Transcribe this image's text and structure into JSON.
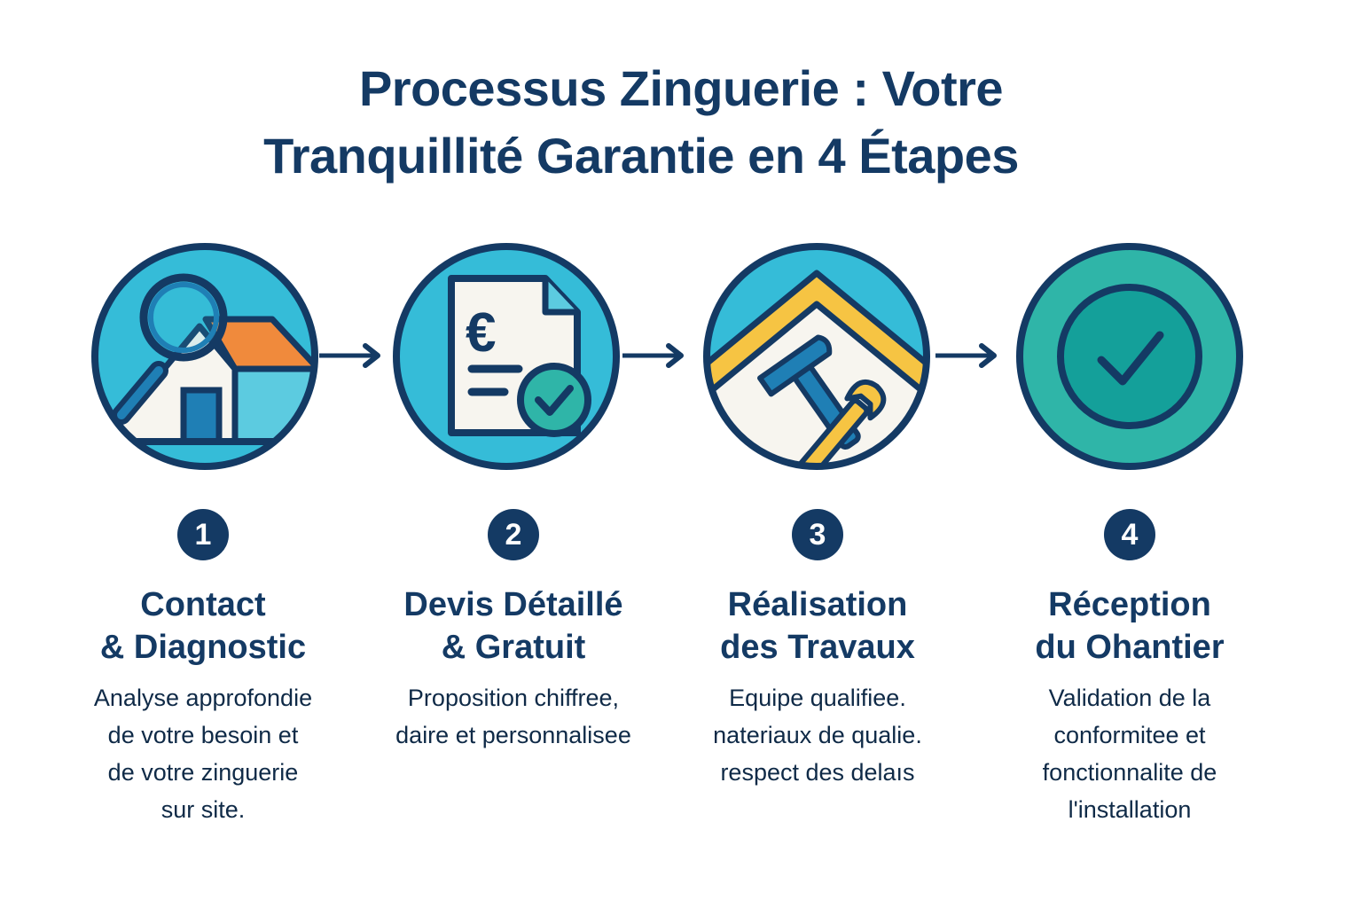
{
  "title": {
    "line1": "Processus Zinguerie : Votre",
    "line2": "Tranquillité Garantie en 4 Étapes"
  },
  "colors": {
    "navy": "#143a64",
    "sky": "#35bcd8",
    "light_sky": "#5ccbe0",
    "orange": "#f08a3c",
    "yellow": "#f6c443",
    "teal": "#2fb5a8",
    "dark_teal": "#14a09a",
    "blue": "#1f7fb5",
    "paper": "#f7f5ef"
  },
  "steps": [
    {
      "number": "1",
      "icon": "house-magnifier-icon",
      "title": "Contact\n& Diagnostic",
      "description": "Analyse approfondie\nde votre besoin et\nde votre zinguerie\nsur site."
    },
    {
      "number": "2",
      "icon": "quote-document-euro-icon",
      "title": "Devis Détaillé\n& Gratuit",
      "description": "Proposition chiffree,\ndaire et personnalisee"
    },
    {
      "number": "3",
      "icon": "roof-tools-icon",
      "title": "Réalisation\ndes Travaux",
      "description": "Equipe qualifiee.\nnateriaux de qualie.\nrespect des delaıs"
    },
    {
      "number": "4",
      "icon": "check-circle-icon",
      "title": "Réception\ndu Ohantier",
      "description": "Validation de la\nconformitee et\nfonctionnalite de\nl'installation"
    }
  ],
  "arrows": [
    "arrow-right-icon",
    "arrow-right-icon",
    "arrow-right-icon"
  ]
}
